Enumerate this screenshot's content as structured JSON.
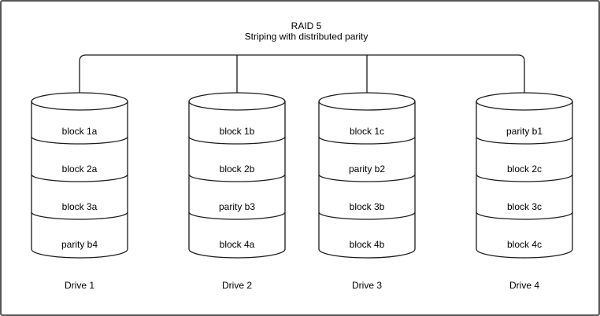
{
  "title": {
    "line1": "RAID 5",
    "line2": "Striping with distributed parity"
  },
  "drives": [
    {
      "label": "Drive 1",
      "blocks": [
        "block 1a",
        "block 2a",
        "block 3a",
        "parity b4"
      ]
    },
    {
      "label": "Drive 2",
      "blocks": [
        "block 1b",
        "block 2b",
        "parity b3",
        "block 4a"
      ]
    },
    {
      "label": "Drive 3",
      "blocks": [
        "block 1c",
        "parity b2",
        "block 3b",
        "block 4b"
      ]
    },
    {
      "label": "Drive 4",
      "blocks": [
        "parity b1",
        "block 2c",
        "block 3c",
        "block 4c"
      ]
    }
  ],
  "colors": {
    "background": "#ffffff",
    "line": "#1a1a1a",
    "text": "#000000",
    "border": "#565656"
  }
}
